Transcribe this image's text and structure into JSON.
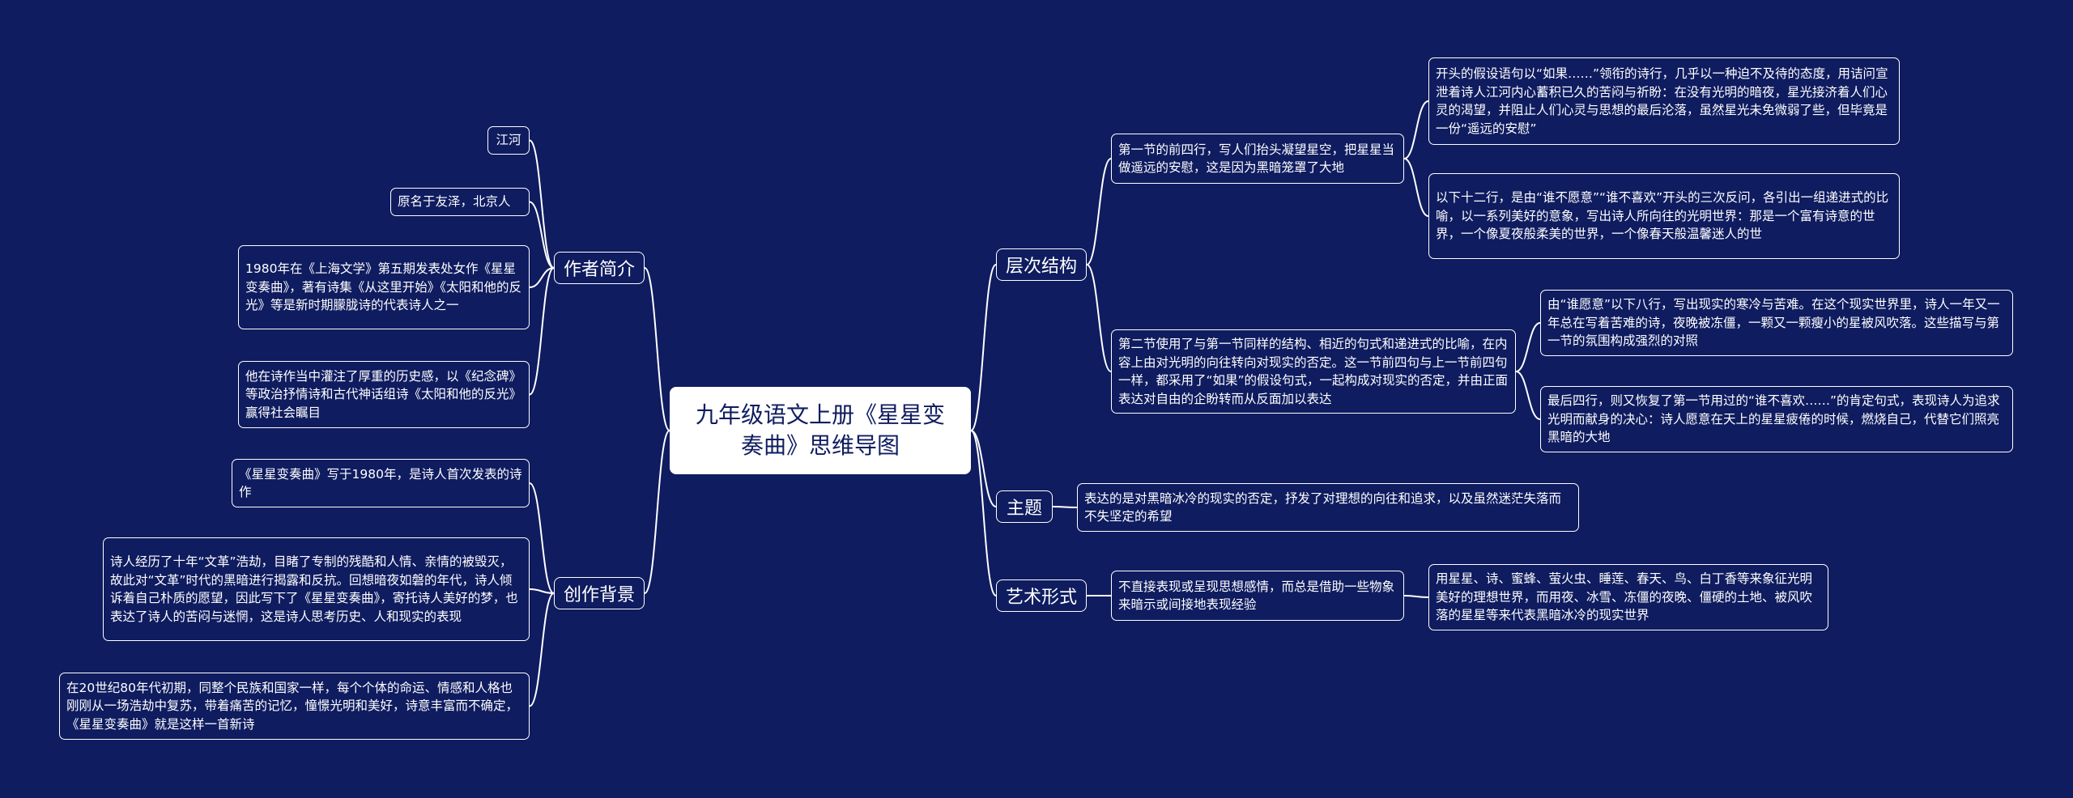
{
  "root": {
    "title": "九年级语文上册《星星变奏曲》思维导图"
  },
  "branches": {
    "author": {
      "label": "作者简介",
      "items": [
        "江河",
        "原名于友泽，北京人",
        "1980年在《上海文学》第五期发表处女作《星星变奏曲》，著有诗集《从这里开始》《太阳和他的反光》等是新时期朦胧诗的代表诗人之一",
        "他在诗作当中灌注了厚重的历史感，以《纪念碑》等政治抒情诗和古代神话组诗《太阳和他的反光》赢得社会瞩目"
      ]
    },
    "background": {
      "label": "创作背景",
      "items": [
        "《星星变奏曲》写于1980年，是诗人首次发表的诗作",
        "诗人经历了十年“文革”浩劫，目睹了专制的残酷和人情、亲情的被毁灭，故此对“文革”时代的黑暗进行揭露和反抗。回想暗夜如磐的年代，诗人倾诉着自己朴质的愿望，因此写下了《星星变奏曲》，寄托诗人美好的梦，也表达了诗人的苦闷与迷惘，这是诗人思考历史、人和现实的表现",
        "在20世纪80年代初期，同整个民族和国家一样，每个个体的命运、情感和人格也刚刚从一场浩劫中复苏，带着痛苦的记忆，憧憬光明和美好，诗意丰富而不确定，《星星变奏曲》就是这样一首新诗"
      ]
    },
    "structure": {
      "label": "层次结构",
      "section1": "第一节的前四行，写人们抬头凝望星空，把星星当做遥远的安慰，这是因为黑暗笼罩了大地",
      "section1_details": [
        "开头的假设语句以“如果……”领衔的诗行，几乎以一种迫不及待的态度，用诘问宣泄着诗人江河内心蓄积已久的苦闷与祈盼：在没有光明的暗夜，星光接济着人们心灵的渴望，并阻止人们心灵与思想的最后沦落，虽然星光未免微弱了些，但毕竟是一份“遥远的安慰”",
        "以下十二行，是由“谁不愿意”“谁不喜欢”开头的三次反问，各引出一组递进式的比喻，以一系列美好的意象，写出诗人所向往的光明世界：那是一个富有诗意的世界，一个像夏夜般柔美的世界，一个像春天般温馨迷人的世"
      ],
      "section2": "第二节使用了与第一节同样的结构、相近的句式和递进式的比喻，在内容上由对光明的向往转向对现实的否定。这一节前四句与上一节前四句一样，都采用了“如果”的假设句式，一起构成对现实的否定，并由正面表达对自由的企盼转而从反面加以表达",
      "section2_details": [
        "由“谁愿意”以下八行，写出现实的寒冷与苦难。在这个现实世界里，诗人一年又一年总在写着苦难的诗，夜晚被冻僵，一颗又一颗瘦小的星被风吹落。这些描写与第一节的氛围构成强烈的对照",
        "最后四行，则又恢复了第一节用过的“谁不喜欢……”的肯定句式，表现诗人为追求光明而献身的决心：诗人愿意在天上的星星疲倦的时候，燃烧自己，代替它们照亮黑暗的大地"
      ]
    },
    "theme": {
      "label": "主题",
      "text": "表达的是对黑暗冰冷的现实的否定，抒发了对理想的向往和追求，以及虽然迷茫失落而不失坚定的希望"
    },
    "art": {
      "label": "艺术形式",
      "text": "不直接表现或呈现思想感情，而总是借助一些物象来暗示或间接地表现经验",
      "detail": "用星星、诗、蜜蜂、萤火虫、睡莲、春天、鸟、白丁香等来象征光明美好的理想世界，而用夜、冰雪、冻僵的夜晚、僵硬的土地、被风吹落的星星等来代表黑暗冰冷的现实世界"
    }
  },
  "colors": {
    "background": "#0f1c5f",
    "line": "#ffffff",
    "root_fill": "#ffffff",
    "root_text": "#0f1c5f"
  }
}
